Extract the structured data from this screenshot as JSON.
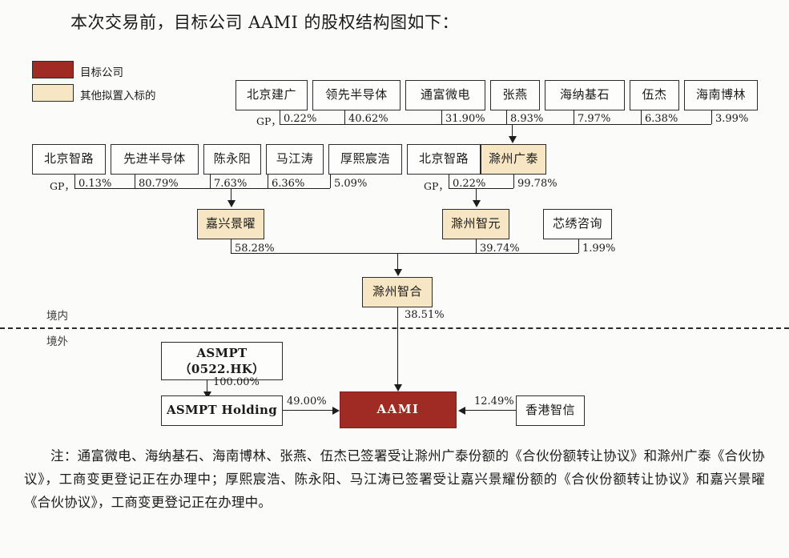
{
  "title": "本次交易前，目标公司 AAMI 的股权结构图如下：",
  "legend": {
    "target": {
      "label": "目标公司",
      "color": "#a02b25"
    },
    "other": {
      "label": "其他拟置入标的",
      "color": "#f7e6c4"
    }
  },
  "zones": {
    "onshore": "境内",
    "offshore": "境外"
  },
  "row1": {
    "nodes": [
      {
        "name": "北京建广",
        "pct": "0.22%",
        "gp": "GP，"
      },
      {
        "name": "领先半导体",
        "pct": "40.62%"
      },
      {
        "name": "通富微电",
        "pct": "31.90%"
      },
      {
        "name": "张燕",
        "pct": "8.93%"
      },
      {
        "name": "海纳基石",
        "pct": "7.97%"
      },
      {
        "name": "伍杰",
        "pct": "6.38%"
      },
      {
        "name": "海南博林",
        "pct": "3.99%"
      }
    ]
  },
  "row2": {
    "nodes": [
      {
        "name": "北京智路",
        "pct": "0.13%",
        "gp": "GP，"
      },
      {
        "name": "先进半导体",
        "pct": "80.79%"
      },
      {
        "name": "陈永阳",
        "pct": "7.63%"
      },
      {
        "name": "马江涛",
        "pct": "6.36%"
      },
      {
        "name": "厚熙宸浩",
        "pct": "5.09%"
      },
      {
        "name": "北京智路",
        "pct": "0.22%",
        "gp": "GP，"
      },
      {
        "name": "滁州广泰",
        "pct": "99.78%",
        "fill": "cream"
      }
    ]
  },
  "row3": {
    "nodes": [
      {
        "name": "嘉兴景曜",
        "pct": "58.28%",
        "fill": "cream"
      },
      {
        "name": "滁州智元",
        "pct": "39.74%",
        "fill": "cream"
      },
      {
        "name": "芯绣咨询",
        "pct": "1.99%"
      }
    ]
  },
  "row4": {
    "node": {
      "name": "滁州智合",
      "pct": "38.51%",
      "fill": "cream"
    }
  },
  "offshore": {
    "asmpt_parent": {
      "line1": "ASMPT",
      "line2": "（0522.HK）",
      "pct": "100.00%"
    },
    "asmpt_holding": {
      "name": "ASMPT Holding",
      "pct": "49.00%"
    },
    "target": {
      "name": "AAMI"
    },
    "hk_zhixin": {
      "name": "香港智信",
      "pct": "12.49%"
    }
  },
  "note": "注：通富微电、海纳基石、海南博林、张燕、伍杰已签署受让滁州广泰份额的《合伙份额转让协议》和滁州广泰《合伙协议》，工商变更登记正在办理中；厚熙宸浩、陈永阳、马江涛已签署受让嘉兴景耀份额的《合伙份额转让协议》和嘉兴景曜《合伙协议》，工商变更登记正在办理中。"
}
